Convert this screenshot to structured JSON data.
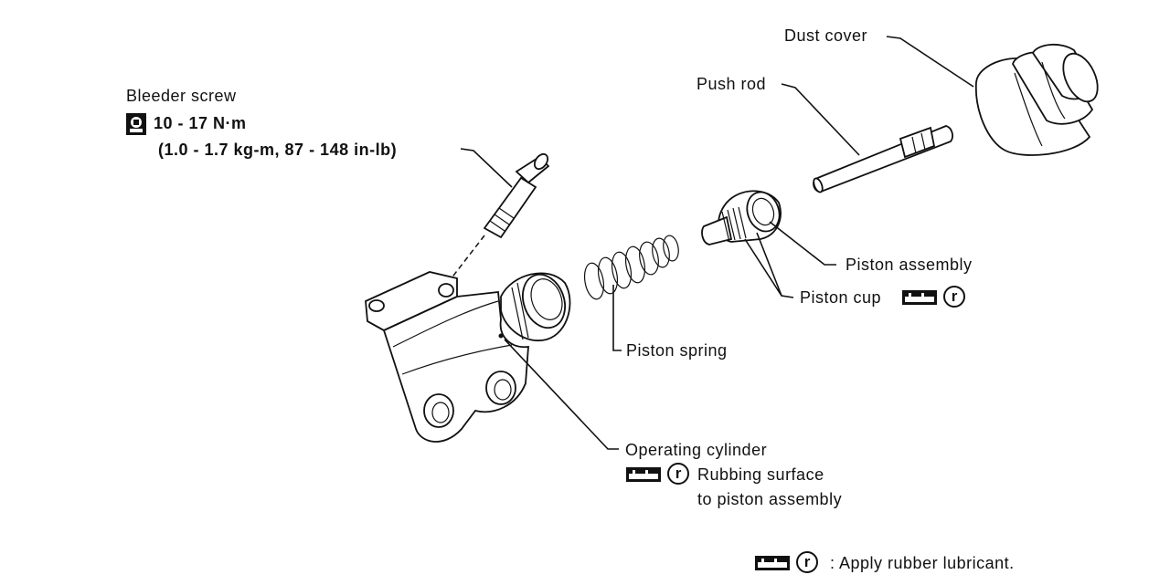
{
  "labels": {
    "bleeder_screw": "Bleeder screw",
    "torque_nm": "10 - 17 N·m",
    "torque_alt": "(1.0 - 1.7 kg-m, 87 - 148 in-lb)",
    "dust_cover": "Dust cover",
    "push_rod": "Push rod",
    "piston_assembly": "Piston assembly",
    "piston_cup": "Piston cup",
    "piston_spring": "Piston spring",
    "operating_cylinder": "Operating cylinder",
    "rubbing_surface_1": "Rubbing surface",
    "rubbing_surface_2": "to piston assembly",
    "legend_text": ": Apply rubber lubricant."
  },
  "symbols": {
    "lubricant_letter": "r"
  },
  "icons": {
    "torque": "torque-wrench-icon",
    "lubricant": "rubber-lubricant-icon"
  }
}
